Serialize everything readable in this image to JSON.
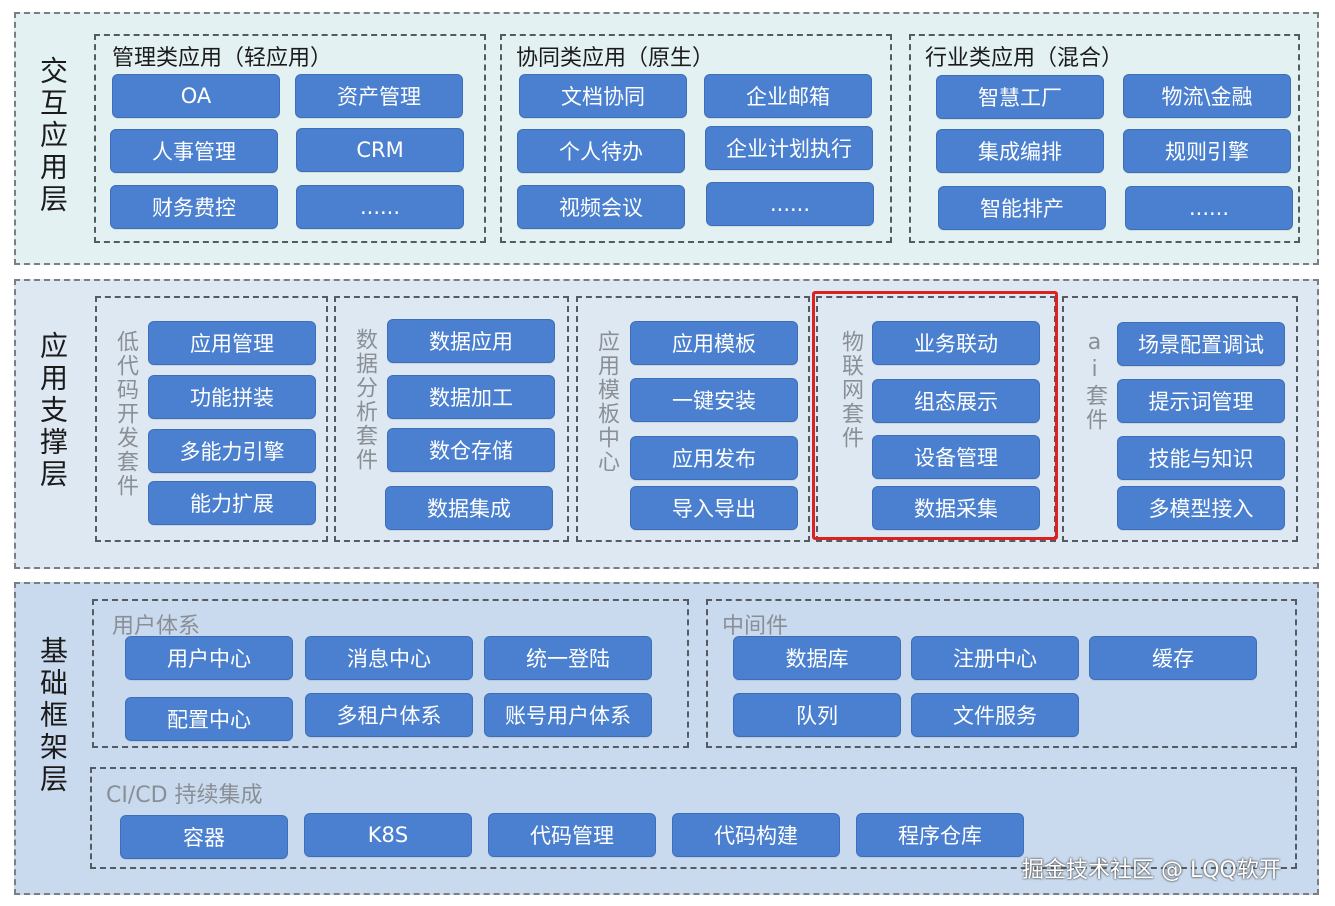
{
  "colors": {
    "button": "#4a80cf",
    "layer1_bg": "#e3f1f3",
    "layer2_bg": "#dee8f2",
    "layer3_bg": "#c9daee",
    "highlight": "#e0201e"
  },
  "layers": {
    "interaction": {
      "label": "交互应用层",
      "groups": {
        "management": {
          "title": "管理类应用（轻应用）",
          "items": [
            "OA",
            "资产管理",
            "人事管理",
            "CRM",
            "财务费控",
            "......"
          ]
        },
        "collaboration": {
          "title": "协同类应用（原生）",
          "items": [
            "文档协同",
            "企业邮箱",
            "个人待办",
            "企业计划执行",
            "视频会议",
            "......"
          ]
        },
        "industry": {
          "title": "行业类应用（混合）",
          "items": [
            "智慧工厂",
            "物流\\金融",
            "集成编排",
            "规则引擎",
            "智能排产",
            "......"
          ]
        }
      }
    },
    "support": {
      "label": "应用支撑层",
      "groups": {
        "lowcode": {
          "title": "低代码开发套件",
          "items": [
            "应用管理",
            "功能拼装",
            "多能力引擎",
            "能力扩展"
          ]
        },
        "data": {
          "title": "数据分析套件",
          "items": [
            "数据应用",
            "数据加工",
            "数仓存储",
            "数据集成"
          ]
        },
        "template": {
          "title": "应用模板中心",
          "items": [
            "应用模板",
            "一键安装",
            "应用发布",
            "导入导出"
          ]
        },
        "iot": {
          "title": "物联网套件",
          "items": [
            "业务联动",
            "组态展示",
            "设备管理",
            "数据采集"
          ]
        },
        "ai": {
          "title": "ai套件",
          "items": [
            "场景配置调试",
            "提示词管理",
            "技能与知识",
            "多模型接入"
          ]
        }
      }
    },
    "foundation": {
      "label": "基础框架层",
      "groups": {
        "user": {
          "title": "用户体系",
          "items": [
            "用户中心",
            "消息中心",
            "统一登陆",
            "配置中心",
            "多租户体系",
            "账号用户体系"
          ]
        },
        "middleware": {
          "title": "中间件",
          "items": [
            "数据库",
            "注册中心",
            "缓存",
            "队列",
            "文件服务"
          ]
        },
        "cicd": {
          "title": "CI/CD 持续集成",
          "items": [
            "容器",
            "K8S",
            "代码管理",
            "代码构建",
            "程序仓库"
          ]
        }
      }
    }
  },
  "watermark": "掘金技术社区 @ LQQ软开"
}
